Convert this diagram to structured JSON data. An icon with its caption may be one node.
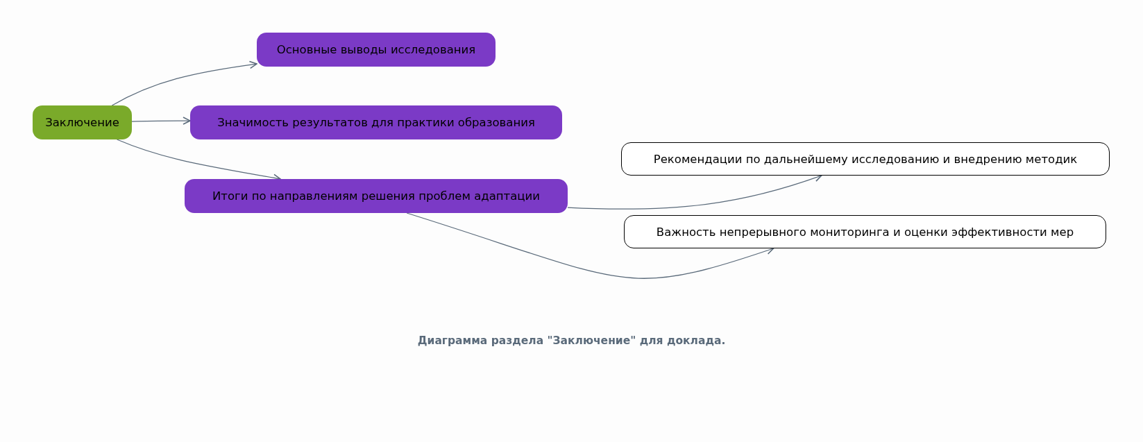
{
  "diagram": {
    "caption": "Диаграмма раздела \"Заключение\" для доклада.",
    "nodes": [
      {
        "text": [
          "Заключение"
        ]
      },
      {
        "text": [
          "Основные выводы исследования"
        ]
      },
      {
        "text": [
          "Значимость результатов для практики образования"
        ]
      },
      {
        "text": [
          "Итоги по направлениям решения проблем адаптации"
        ]
      },
      {
        "text": [
          "Рекомендации по дальнейшему исследованию и внедрению методик"
        ]
      },
      {
        "text": [
          "Важность непрерывного мониторинга и оценки эффективности мер"
        ]
      }
    ],
    "edges": [
      {
        "from": 0,
        "to": 1,
        "arrow": "to"
      },
      {
        "from": 0,
        "to": 2,
        "arrow": "to"
      },
      {
        "from": 0,
        "to": 3,
        "arrow": "to"
      },
      {
        "from": 3,
        "to": 4,
        "arrow": "to"
      },
      {
        "from": 3,
        "to": 5,
        "arrow": "to"
      }
    ]
  }
}
